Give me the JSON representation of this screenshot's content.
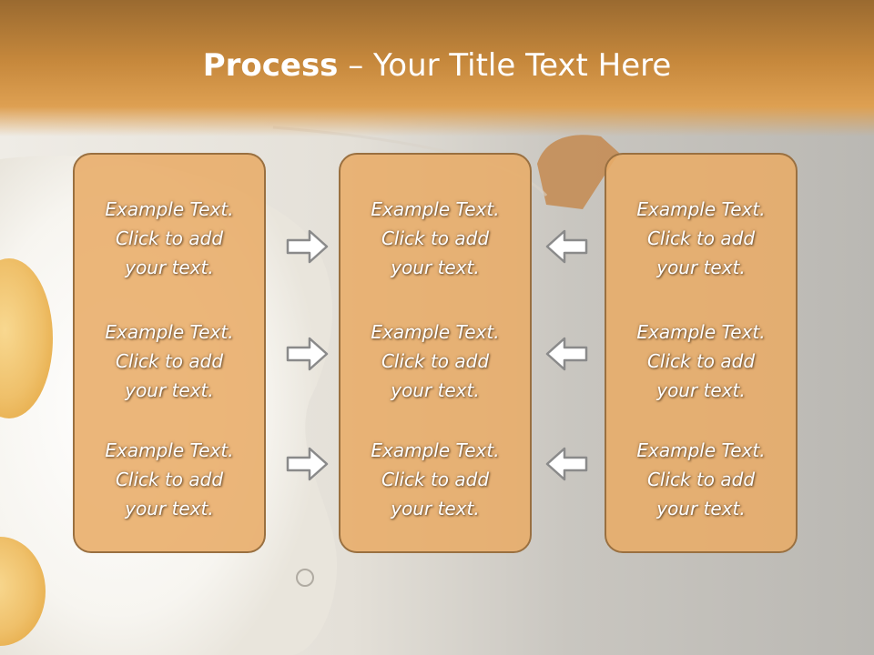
{
  "title": {
    "bold": "Process",
    "rest": " – Your Title Text Here"
  },
  "columns": [
    {
      "cells": [
        [
          "Example Text.",
          "Click  to add",
          "your text."
        ],
        [
          "Example Text.",
          "Click  to add",
          "your text."
        ],
        [
          "Example Text.",
          "Click  to add",
          "your text."
        ]
      ]
    },
    {
      "cells": [
        [
          "Example Text.",
          "Click  to add",
          "your text."
        ],
        [
          "Example Text.",
          "Click  to add",
          "your text."
        ],
        [
          "Example Text.",
          "Click  to add",
          "your text."
        ]
      ]
    },
    {
      "cells": [
        [
          "Example Text.",
          "Click  to add",
          "your text."
        ],
        [
          "Example Text.",
          "Click  to add",
          "your text."
        ],
        [
          "Example Text.",
          "Click  to add",
          "your text."
        ]
      ]
    }
  ],
  "arrows": {
    "left_group": [
      "arrow-right-icon",
      "arrow-right-icon",
      "arrow-right-icon"
    ],
    "right_group": [
      "arrow-left-icon",
      "arrow-left-icon",
      "arrow-left-icon"
    ]
  },
  "colors": {
    "header": "#c6883c",
    "box_fill": "#e8ac68",
    "box_border": "#9a7040",
    "text": "#ffffff"
  }
}
